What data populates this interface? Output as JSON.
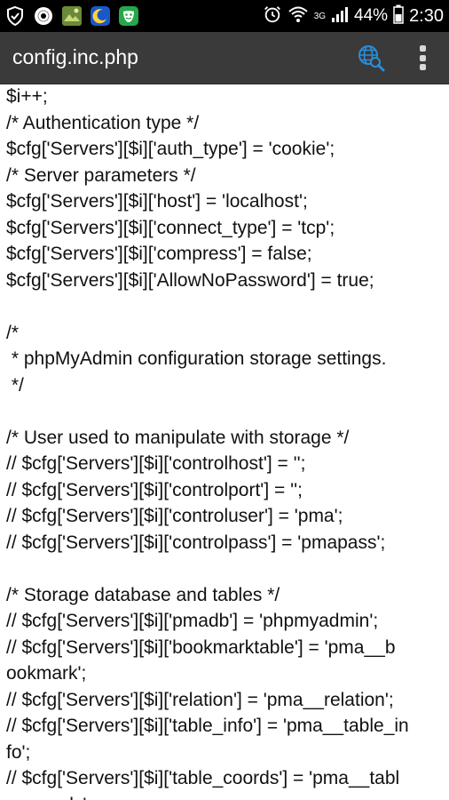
{
  "status_bar": {
    "battery_text": "44%",
    "time": "2:30",
    "network_type": "3G",
    "icons_left": [
      "shield-check-icon",
      "disc-icon",
      "photo-app-icon",
      "moon-app-icon",
      "mask-app-icon"
    ],
    "icons_right": [
      "alarm-clock-icon",
      "wifi-icon",
      "signal-icon",
      "battery-icon"
    ]
  },
  "action_bar": {
    "title": "config.inc.php",
    "search_icon": "globe-search-icon",
    "menu_icon": "overflow-menu-icon",
    "background": "#3a3a3a"
  },
  "code_lines": [
    "$i++;",
    "/* Authentication type */",
    "$cfg['Servers'][$i]['auth_type'] = 'cookie';",
    "/* Server parameters */",
    "$cfg['Servers'][$i]['host'] = 'localhost';",
    "$cfg['Servers'][$i]['connect_type'] = 'tcp';",
    "$cfg['Servers'][$i]['compress'] = false;",
    "$cfg['Servers'][$i]['AllowNoPassword'] = true;",
    "",
    "/*",
    " * phpMyAdmin configuration storage settings.",
    " */",
    "",
    "/* User used to manipulate with storage */",
    "// $cfg['Servers'][$i]['controlhost'] = '';",
    "// $cfg['Servers'][$i]['controlport'] = '';",
    "// $cfg['Servers'][$i]['controluser'] = 'pma';",
    "// $cfg['Servers'][$i]['controlpass'] = 'pmapass';",
    "",
    "/* Storage database and tables */",
    "// $cfg['Servers'][$i]['pmadb'] = 'phpmyadmin';",
    "// $cfg['Servers'][$i]['bookmarktable'] = 'pma__b",
    "ookmark';",
    "// $cfg['Servers'][$i]['relation'] = 'pma__relation';",
    "// $cfg['Servers'][$i]['table_info'] = 'pma__table_in",
    "fo';",
    "// $cfg['Servers'][$i]['table_coords'] = 'pma__tabl",
    "e_coords';"
  ]
}
